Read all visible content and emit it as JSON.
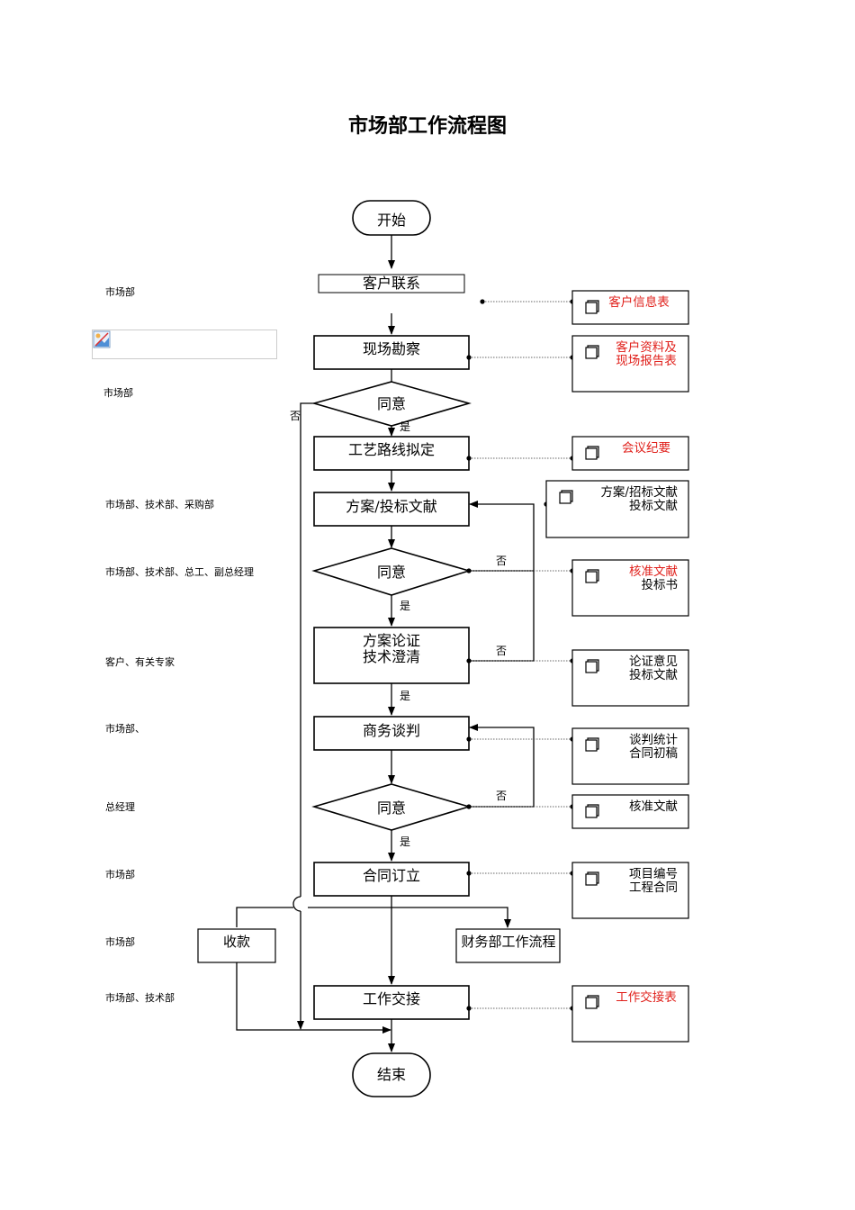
{
  "title": "市场部工作流程图",
  "departments": [
    "市场部",
    "市场部",
    "市场部、技术部、采购部",
    "市场部、技术部、总工、副总经理",
    "客户、有关专家",
    "市场部、",
    "总经理",
    "市场部",
    "市场部",
    "市场部、技术部"
  ],
  "nodes": {
    "start": "开始",
    "customer_contact": "客户联系",
    "site_survey": "现场勘察",
    "agree1": "同意",
    "process_route": "工艺路线拟定",
    "proposal": "方案/投标文献",
    "agree2": "同意",
    "demo_line1": "方案论证",
    "demo_line2": "技术澄清",
    "negotiation": "商务谈判",
    "agree3": "同意",
    "contract": "合同订立",
    "payment": "收款",
    "finance": "财务部工作流程",
    "handover": "工作交接",
    "end": "结束"
  },
  "edge_labels": {
    "yes": "是",
    "no": "否"
  },
  "documents": [
    {
      "lines": [
        "客户信息表"
      ],
      "red": true
    },
    {
      "lines": [
        "客户资料及",
        "现场报告表"
      ],
      "red": true
    },
    {
      "lines": [
        "会议纪要"
      ],
      "red": true
    },
    {
      "lines": [
        "方案/招标文献",
        "投标文献"
      ],
      "red": false
    },
    {
      "lines": [
        "核准文献",
        "投标书"
      ],
      "red": "first"
    },
    {
      "lines": [
        "论证意见",
        "投标文献"
      ],
      "red": false
    },
    {
      "lines": [
        "谈判统计",
        "合同初稿"
      ],
      "red": false
    },
    {
      "lines": [
        "核准文献"
      ],
      "red": false
    },
    {
      "lines": [
        "项目编号",
        "工程合同"
      ],
      "red": false
    },
    {
      "lines": [
        "工作交接表"
      ],
      "red": true
    }
  ],
  "colors": {
    "red_text": "#e0201b",
    "line": "#000000",
    "dotted": "#666666"
  }
}
